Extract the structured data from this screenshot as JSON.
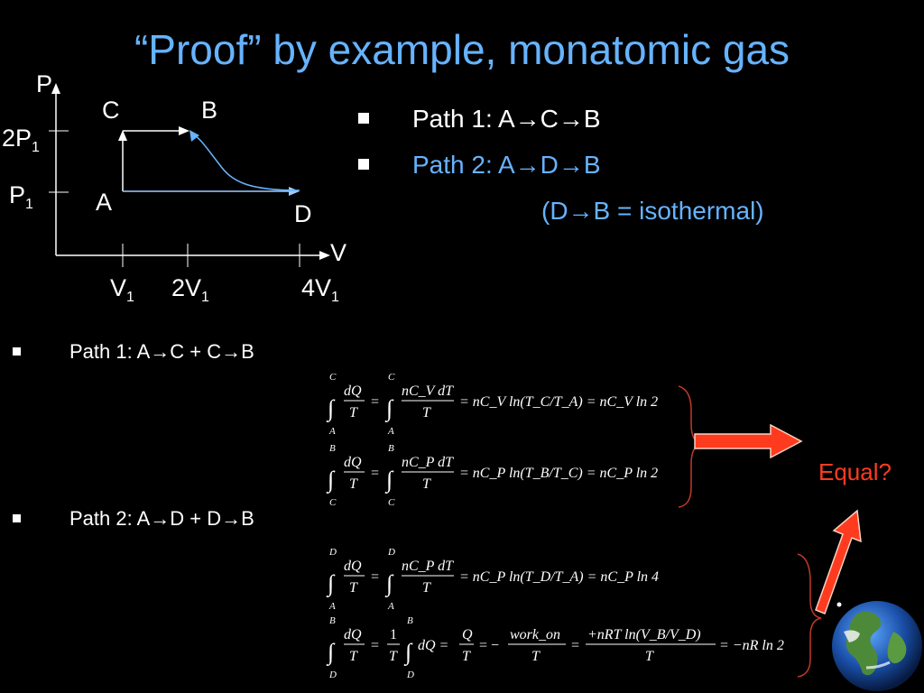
{
  "title": "“Proof” by example, monatomic gas",
  "graph": {
    "p_axis": "P",
    "v_axis": "V",
    "y_tick_2p1": "2P",
    "y_tick_p1": "P",
    "sub1": "1",
    "x_tick_v1": "V",
    "x_tick_2v1": "2V",
    "x_tick_4v1": "4V",
    "point_a": "A",
    "point_b": "B",
    "point_c": "C",
    "point_d": "D"
  },
  "right_bullets": {
    "path1": "Path 1: A→C→B",
    "path2": "Path 2: A→D→B",
    "note": "(D→B = isothermal)"
  },
  "lower_bullets": {
    "path1": "Path 1: A→C + C→B",
    "path2": "Path 2: A→D + D→B"
  },
  "equations": {
    "eq1": {
      "upper": "C",
      "lower": "A",
      "num1": "dQ",
      "den1": "T",
      "num2": "nC_V dT",
      "den2": "T",
      "rhs": "= nC_V ln(T_C/T_A) = nC_V ln 2"
    },
    "eq2": {
      "upper": "B",
      "lower": "C",
      "num1": "dQ",
      "den1": "T",
      "num2": "nC_P dT",
      "den2": "T",
      "rhs": "= nC_P ln(T_B/T_C) = nC_P ln 2"
    },
    "eq3": {
      "upper": "D",
      "lower": "A",
      "num1": "dQ",
      "den1": "T",
      "num2": "nC_P dT",
      "den2": "T",
      "rhs": "= nC_P ln(T_D/T_A) = nC_P ln 4"
    },
    "eq4": {
      "upper": "B",
      "lower": "D",
      "num1": "dQ",
      "den1": "T",
      "one": "1",
      "den_one": "T",
      "dq": "dQ =",
      "q": "Q",
      "qden": "T",
      "minus": "= −",
      "work": "work_on",
      "workden": "T",
      "eq": "=",
      "nrt": "+nRT ln(V_B/V_D)",
      "nrtden": "T",
      "result": "= −nR ln 2"
    }
  },
  "equal_label": "Equal?",
  "colors": {
    "background": "#000000",
    "title": "#66b3ff",
    "path2": "#66b3ff",
    "arrow": "#ff3b1f",
    "bracket": "#c0392b",
    "curve": "#66b3ff"
  },
  "icons": {
    "earth": "earth-globe-icon"
  }
}
